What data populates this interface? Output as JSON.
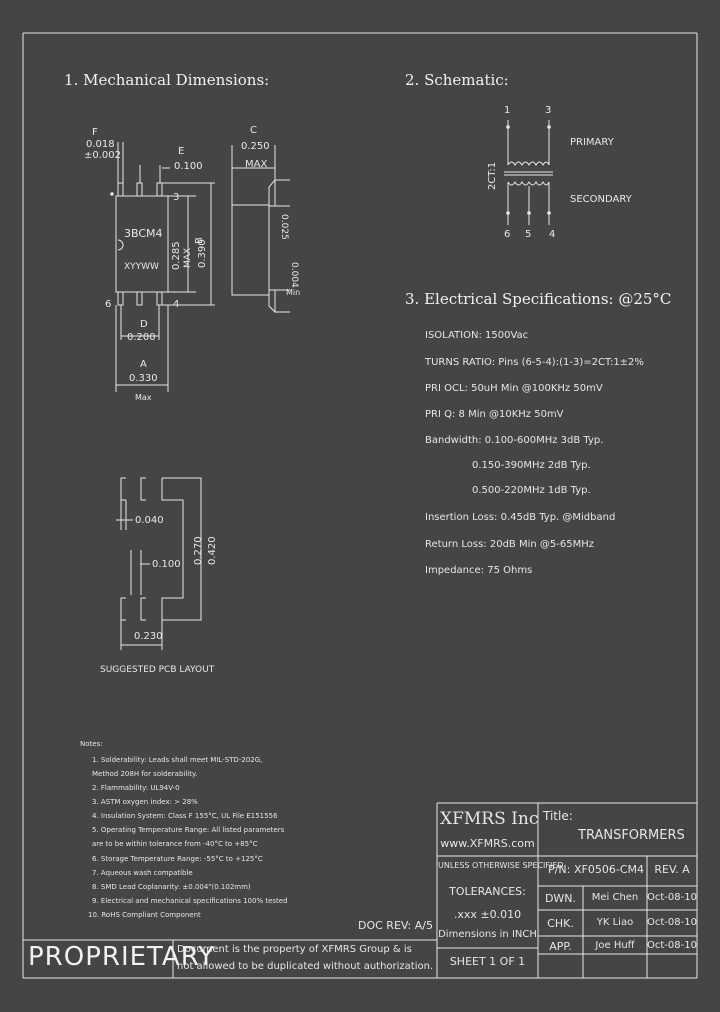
{
  "sections": {
    "mech": "1. Mechanical Dimensions:",
    "schem": "2. Schematic:",
    "elec": "3. Electrical Specifications: @25°C"
  },
  "mech": {
    "F": "F",
    "F_val": "0.018",
    "F_tol": "±0.002",
    "E": "E",
    "E_val": "0.100",
    "C": "C",
    "C_val": "0.250",
    "C_max": "MAX",
    "part_marking": "3BCM4",
    "date_code": "XYYWW",
    "B_label": "B",
    "B_val1": "0.285",
    "B_max": "MAX",
    "B_val2": "0.390",
    "pin3": "3",
    "pin6": "6",
    "pin4": "4",
    "D": "D",
    "D_val": "0.200",
    "A": "A",
    "A_val": "0.330",
    "A_max": "Max",
    "side_val1": "0.025",
    "side_val2": "0.004",
    "side_min": "Min"
  },
  "pcb": {
    "v040": "0.040",
    "v100": "0.100",
    "v270": "0.270",
    "v420": "0.420",
    "v230": "0.230",
    "caption": "SUGGESTED PCB LAYOUT"
  },
  "schematic": {
    "top_pins": [
      "1",
      "3"
    ],
    "bottom_pins": [
      "6",
      "5",
      "4"
    ],
    "ratio": "2CT:1",
    "primary": "PRIMARY",
    "secondary": "SECONDARY"
  },
  "electrical": [
    "ISOLATION: 1500Vac",
    "TURNS RATIO: Pins (6-5-4):(1-3)=2CT:1±2%",
    "PRI OCL: 50uH Min @100KHz 50mV",
    "PRI Q: 8 Min @10KHz 50mV",
    "Bandwidth: 0.100-600MHz 3dB Typ.",
    "0.150-390MHz 2dB Typ.",
    "0.500-220MHz 1dB Typ.",
    "Insertion Loss: 0.45dB Typ. @Midband",
    "Return Loss: 20dB Min @5-65MHz",
    "Impedance: 75 Ohms"
  ],
  "notes": {
    "title": "Notes:",
    "items": [
      "1. Solderability: Leads shall meet MIL-STD-202G,",
      "    Method 208H for solderability.",
      "2. Flammability: UL94V-0",
      "3. ASTM oxygen index: > 28%",
      "4. Insulation System: Class F 155°C, UL File E151556",
      "5. Operating Temperature Range: All listed parameters",
      "    are to be within tolerance from -40°C to +85°C",
      "6. Storage Temperature Range: -55°C to +125°C",
      "7. Aqueous wash compatible",
      "8. SMD Lead Coplanarity: ±0.004\"(0.102mm)",
      "9. Electrical and mechanical specifications 100% tested",
      "10. RoHS Compliant Component"
    ]
  },
  "title_block": {
    "company": "XFMRS Inc",
    "website": "www.XFMRS.com",
    "title_label": "Title:",
    "title": "TRANSFORMERS",
    "unless": "UNLESS OTHERWISE SPECIFIED",
    "tolerances": "TOLERANCES:",
    "tol_val": ".xxx ±0.010",
    "dims": "Dimensions in INCH",
    "pn_label": "P/N:",
    "pn": "XF0506-CM4",
    "rev": "REV. A",
    "dwn_label": "DWN.",
    "dwn_name": "Mei Chen",
    "dwn_date": "Oct-08-10",
    "chk_label": "CHK.",
    "chk_name": "YK Liao",
    "chk_date": "Oct-08-10",
    "app_label": "APP.",
    "app_name": "Joe Huff",
    "app_date": "Oct-08-10",
    "sheet": "SHEET  1  OF  1",
    "doc_rev": "DOC REV: A/5",
    "proprietary": "PROPRIETARY",
    "prop_line1": "Document is the property of XFMRS Group & is",
    "prop_line2": "not allowed to be duplicated without authorization."
  }
}
